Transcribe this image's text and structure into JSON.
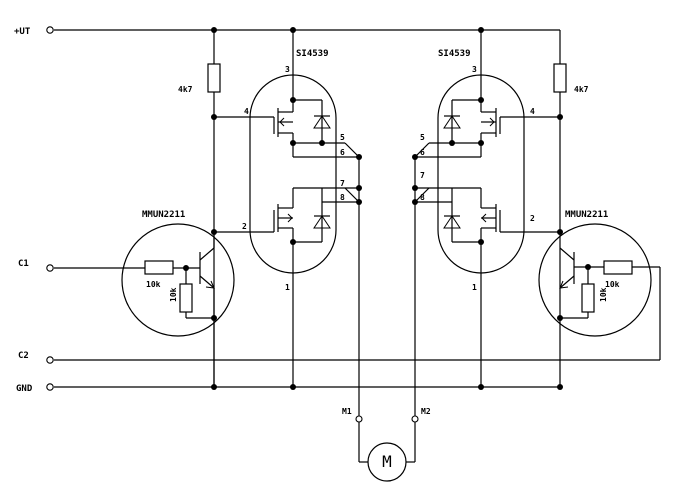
{
  "labels": {
    "vcc": "+UT",
    "c1": "C1",
    "c2": "C2",
    "gnd": "GND",
    "m1": "M1",
    "m2": "M2",
    "motor": "M",
    "res_pullup_left": "4k7",
    "res_pullup_right": "4k7",
    "ic_left": "SI4539",
    "ic_right": "SI4539",
    "transistor_left": "MMUN2211",
    "transistor_right": "MMUN2211",
    "res_base_left": "10k",
    "res_be_left": "10k",
    "res_base_right": "10k",
    "res_be_right": "10k"
  },
  "pins": {
    "left": {
      "p1": "1",
      "p2": "2",
      "p3": "3",
      "p4": "4",
      "p5": "5",
      "p6": "6",
      "p7": "7",
      "p8": "8"
    },
    "right": {
      "p1": "1",
      "p2": "2",
      "p3": "3",
      "p4": "4",
      "p5": "5",
      "p6": "6",
      "p7": "7",
      "p8": "8"
    }
  }
}
